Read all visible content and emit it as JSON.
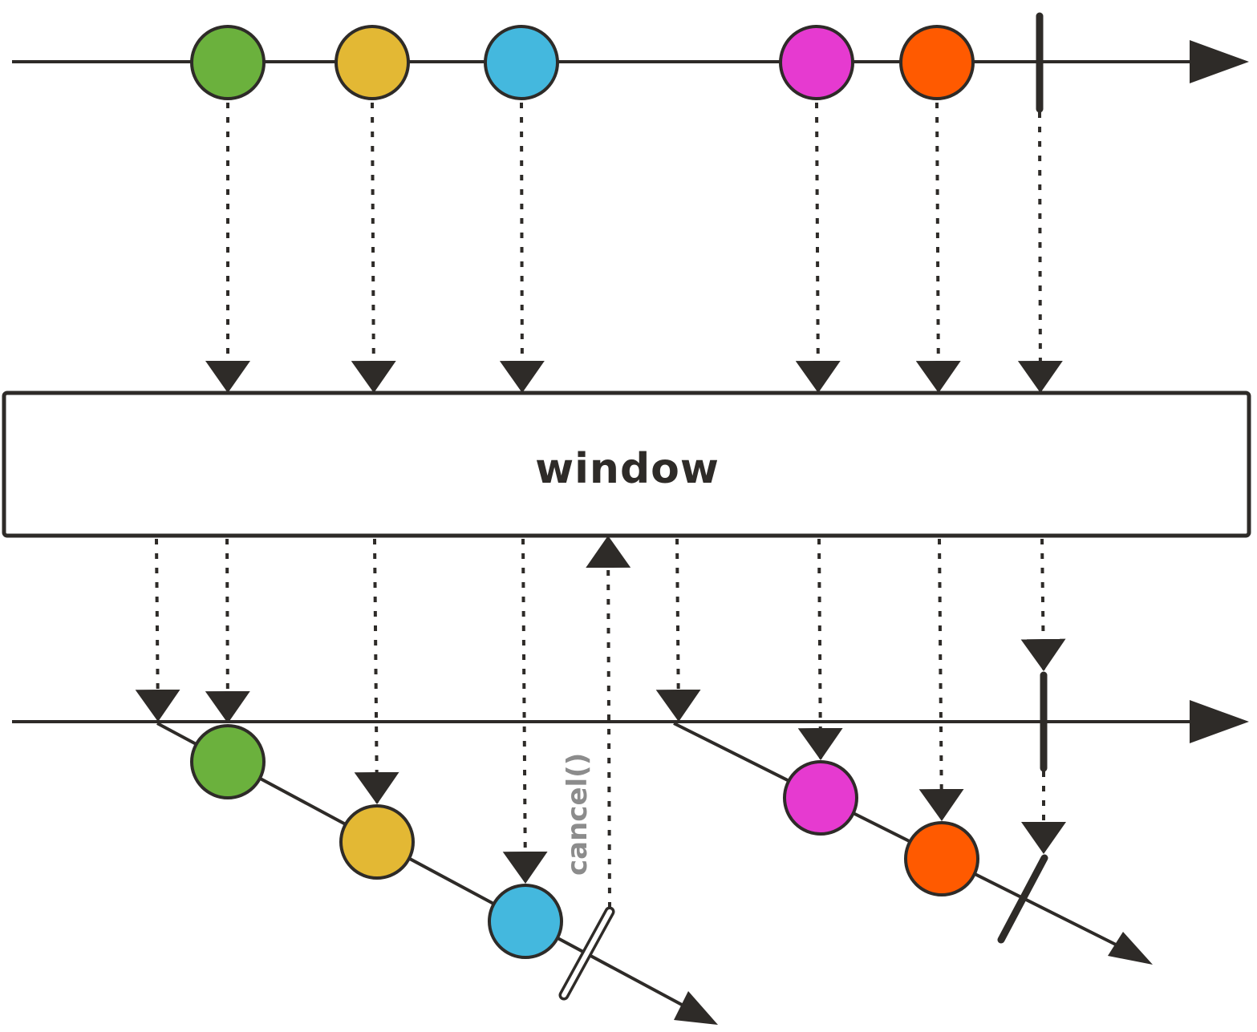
{
  "operator": {
    "label": "window"
  },
  "signal": {
    "label": "cancel()"
  },
  "colors": {
    "stroke": "#2e2b28",
    "green": "#6bb13d",
    "yellow": "#e3b834",
    "blue": "#44b8de",
    "magenta": "#e63ad0",
    "orange": "#ff5a00",
    "signal_text": "#8c8c8c"
  },
  "source_events": [
    "green",
    "yellow",
    "blue",
    "magenta",
    "orange"
  ],
  "windows": [
    {
      "events": [
        "green",
        "yellow",
        "blue"
      ],
      "end": "cancelled"
    },
    {
      "events": [
        "magenta",
        "orange"
      ],
      "end": "completed"
    }
  ],
  "source_end": "completed",
  "output_end": "completed"
}
